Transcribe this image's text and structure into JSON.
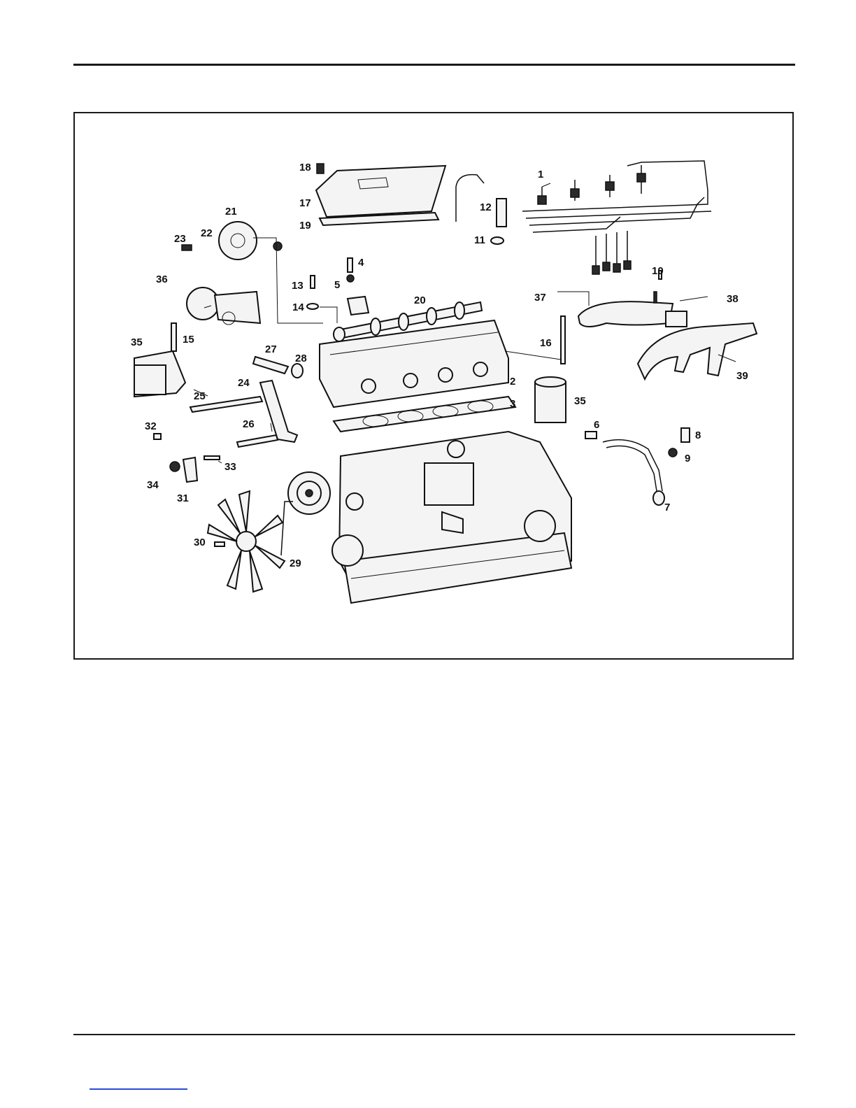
{
  "figure": {
    "callouts": [
      "1",
      "2",
      "3",
      "4",
      "5",
      "6",
      "7",
      "8",
      "9",
      "10",
      "11",
      "12",
      "13",
      "14",
      "15",
      "16",
      "17",
      "18",
      "19",
      "20",
      "21",
      "22",
      "23",
      "24",
      "25",
      "26",
      "27",
      "28",
      "29",
      "30",
      "31",
      "32",
      "33",
      "34",
      "35",
      "35",
      "36",
      "37",
      "38",
      "39"
    ]
  },
  "colors": {
    "ink": "#111111",
    "rule": "#1a1a1a",
    "link": "#2b4bd6"
  }
}
